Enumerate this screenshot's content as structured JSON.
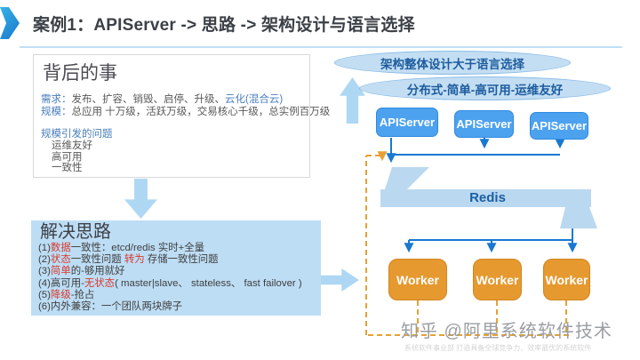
{
  "title": {
    "text": "案例1：APIServer -> 思路 -> 架构设计与语言选择"
  },
  "background_box": {
    "title": "背后的事",
    "line1": {
      "label": "需求：",
      "body": "发布、扩容、销毁、启停、升级、",
      "highlight": "云化(混合云)"
    },
    "line2": {
      "label": "规模：",
      "body": "总应用 十万级，活跃万级，交易核心千级，总实例百万级",
      "highlight": ""
    },
    "subtitle": "规模引发的问题",
    "problems": [
      "运维友好",
      "高可用",
      "一致性"
    ]
  },
  "solution_box": {
    "title": "解决思路",
    "items": [
      {
        "pre": "(1)",
        "red1": "数据",
        "mid": "",
        "red2": "",
        "rest": "一致性：etcd/redis 实时+全量"
      },
      {
        "pre": "(2)",
        "red1": "状态",
        "mid": "一致性问题 ",
        "red2": "转为",
        "rest": " 存储一致性问题"
      },
      {
        "pre": "(3)",
        "red1": "简单",
        "mid": "",
        "red2": "",
        "rest": "的-够用就好"
      },
      {
        "pre": "(4)高可用-",
        "red1": "无状态",
        "mid": "",
        "red2": "",
        "rest": "( master|slave、 stateless、 fast failover )"
      },
      {
        "pre": "(5)",
        "red1": "降级",
        "mid": "",
        "red2": "",
        "rest": "-抢占"
      },
      {
        "pre": "(6)",
        "red1": "",
        "mid": "",
        "red2": "",
        "rest": "内外兼容：一个团队两块牌子"
      }
    ]
  },
  "diagram": {
    "oval1": "架构整体设计大于语言选择",
    "oval2": "分布式-简单-高可用-运维友好",
    "apiservers": [
      "APIServer",
      "APIServer",
      "APIServer"
    ],
    "redis_label": "Redis",
    "workers": [
      "Worker",
      "Worker",
      "Worker"
    ]
  },
  "watermark": {
    "main": "知乎 @阿里系统软件技术",
    "sub": "系统软件事业部  打造具备全球竞争力、效率最优的系统软件"
  },
  "colors": {
    "accent_blue": "#1878d2",
    "node_blue": "#4da2ef",
    "node_orange": "#e5992f",
    "ribbon_blue": "#bad8f0",
    "light_arrow_blue": "#aed7f3",
    "highlight_red": "#d63a2e",
    "label_blue": "#4a7ebb",
    "dashed_orange": "#e8a033"
  }
}
